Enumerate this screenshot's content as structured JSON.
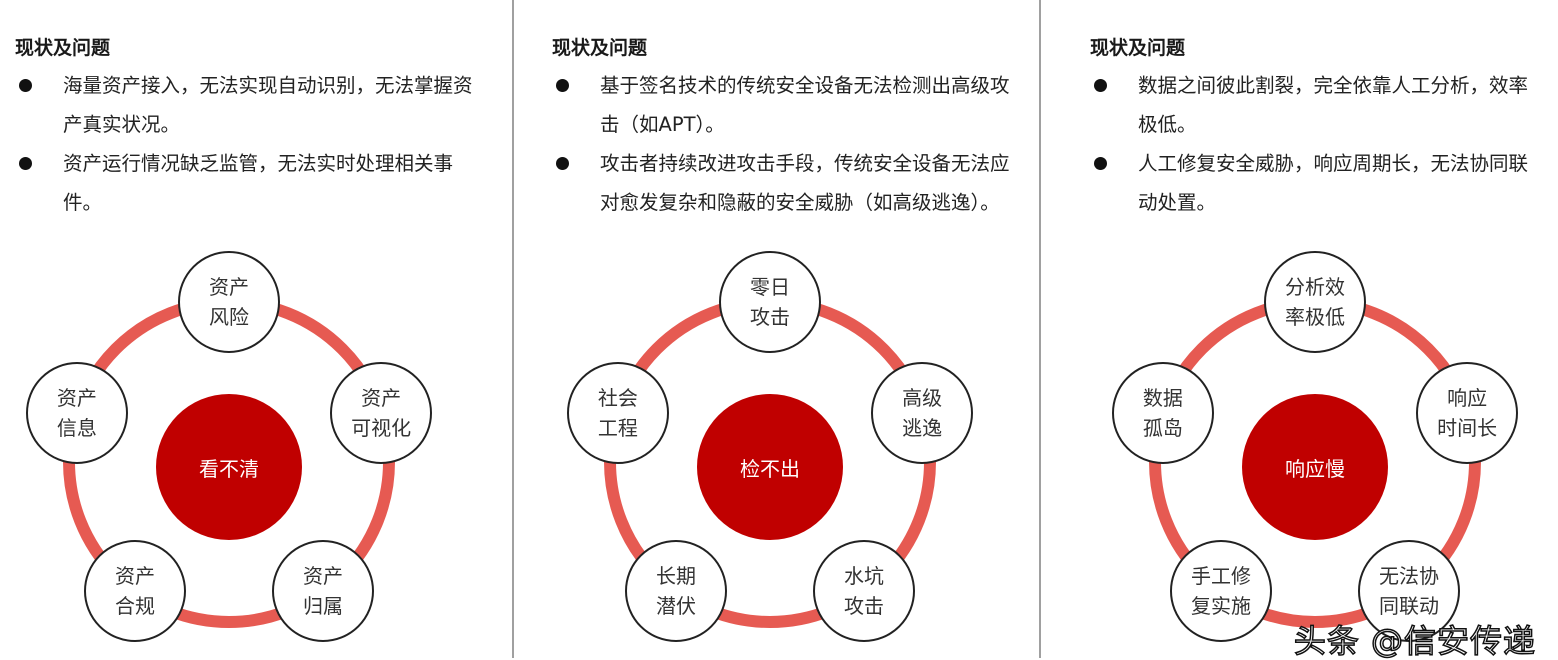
{
  "panels": [
    {
      "heading": "现状及问题",
      "bullets": [
        "海量资产接入，无法实现自动识别，无法掌握资产真实状况。",
        "资产运行情况缺乏监管，无法实时处理相关事件。"
      ],
      "center_label": "看不清",
      "nodes": [
        [
          "资产",
          "风险"
        ],
        [
          "资产",
          "可视化"
        ],
        [
          "资产",
          "归属"
        ],
        [
          "资产",
          "合规"
        ],
        [
          "资产",
          "信息"
        ]
      ]
    },
    {
      "heading": "现状及问题",
      "bullets": [
        "基于签名技术的传统安全设备无法检测出高级攻击（如APT）。",
        "攻击者持续改进攻击手段，传统安全设备无法应对愈发复杂和隐蔽的安全威胁（如高级逃逸）。"
      ],
      "center_label": "检不出",
      "nodes": [
        [
          "零日",
          "攻击"
        ],
        [
          "高级",
          "逃逸"
        ],
        [
          "水坑",
          "攻击"
        ],
        [
          "长期",
          "潜伏"
        ],
        [
          "社会",
          "工程"
        ]
      ]
    },
    {
      "heading": "现状及问题",
      "bullets": [
        "数据之间彼此割裂，完全依靠人工分析，效率极低。",
        "人工修复安全威胁，响应周期长，无法协同联动处置。"
      ],
      "center_label": "响应慢",
      "nodes": [
        [
          "分析效",
          "率极低"
        ],
        [
          "响应",
          "时间长"
        ],
        [
          "无法协",
          "同联动"
        ],
        [
          "手工修",
          "复实施"
        ],
        [
          "数据",
          "孤岛"
        ]
      ]
    }
  ],
  "colors": {
    "ring": "#e65a52",
    "center": "#c00000",
    "divider": "#a0a0a0"
  },
  "watermark": "头条 @信安传递"
}
